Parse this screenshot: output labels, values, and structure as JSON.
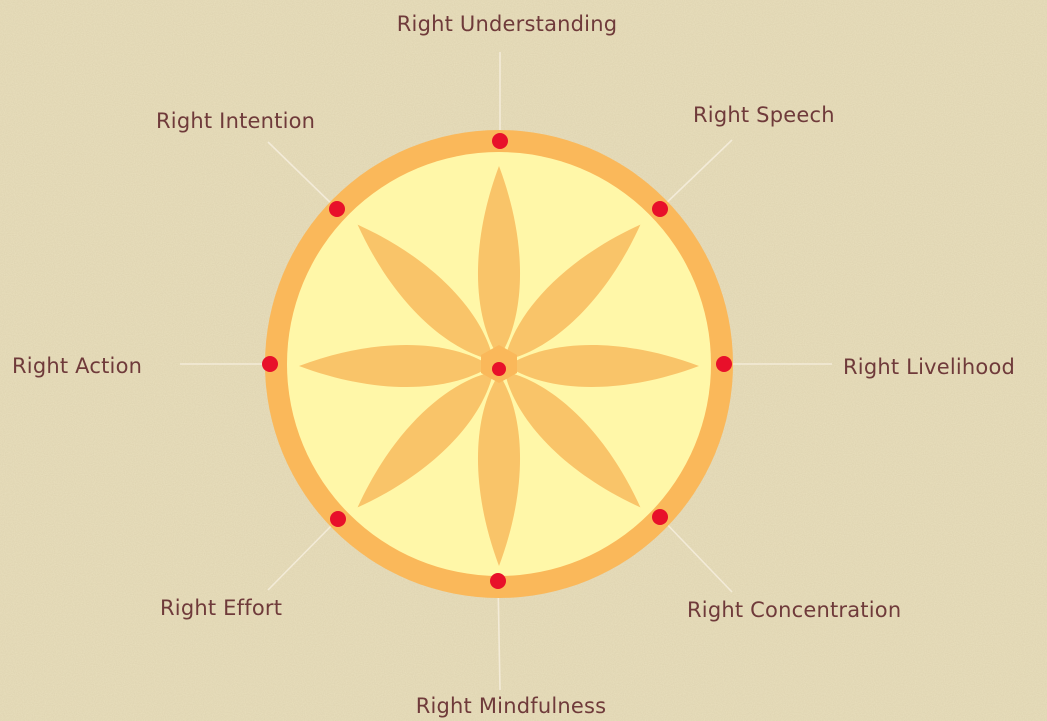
{
  "diagram": {
    "colors": {
      "background": "#e9dfbd",
      "outer_ring": "#fab85a",
      "inner_disc": "#fff7a8",
      "petal": "#f9c469",
      "dot": "#e8102a",
      "label": "#6f3a3a",
      "leader_line": "#f3ebd8"
    },
    "spokes": [
      {
        "label": "Right Understanding"
      },
      {
        "label": "Right Speech"
      },
      {
        "label": "Right Livelihood"
      },
      {
        "label": "Right Concentration"
      },
      {
        "label": "Right Mindfulness"
      },
      {
        "label": "Right Effort"
      },
      {
        "label": "Right Action"
      },
      {
        "label": "Right Intention"
      }
    ]
  }
}
